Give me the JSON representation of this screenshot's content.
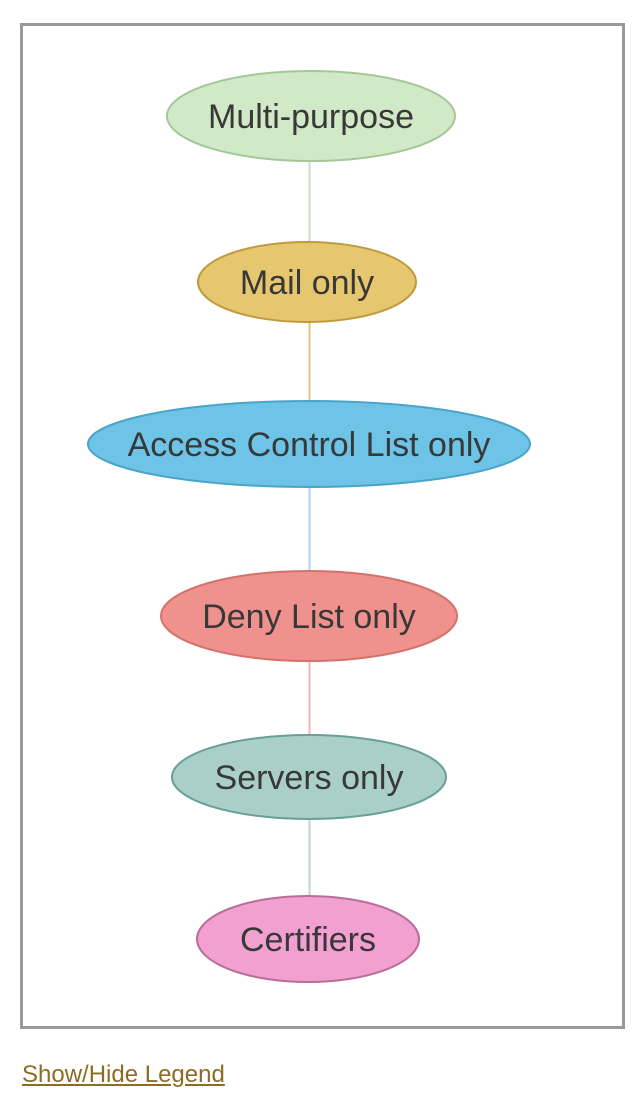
{
  "diagram": {
    "frame_border_color": "#999999",
    "label_text_color": "#383838",
    "nodes": [
      {
        "label": "Multi-purpose",
        "fill": "#d2e9c8",
        "stroke": "#a3c897"
      },
      {
        "label": "Mail only",
        "fill": "#e6c76f",
        "stroke": "#c09a3e"
      },
      {
        "label": "Access Control List only",
        "fill": "#6ec4e6",
        "stroke": "#4aa4c9"
      },
      {
        "label": "Deny List only",
        "fill": "#ef928d",
        "stroke": "#d4716b"
      },
      {
        "label": "Servers only",
        "fill": "#aacfc9",
        "stroke": "#6a9e98"
      },
      {
        "label": "Certifiers",
        "fill": "#f2a0d0",
        "stroke": "#b86e99"
      }
    ],
    "edges": [
      {
        "from": "Multi-purpose",
        "to": "Mail only",
        "color": "#c9dfc2"
      },
      {
        "from": "Mail only",
        "to": "Access Control List only",
        "color": "#ddc489"
      },
      {
        "from": "Access Control List only",
        "to": "Deny List only",
        "color": "#a6d8ea"
      },
      {
        "from": "Deny List only",
        "to": "Servers only",
        "color": "#ecb3b0"
      },
      {
        "from": "Servers only",
        "to": "Certifiers",
        "color": "#bdd6d2"
      }
    ]
  },
  "footer": {
    "legend_toggle_label": "Show/Hide Legend",
    "link_color": "#8c6d22"
  }
}
